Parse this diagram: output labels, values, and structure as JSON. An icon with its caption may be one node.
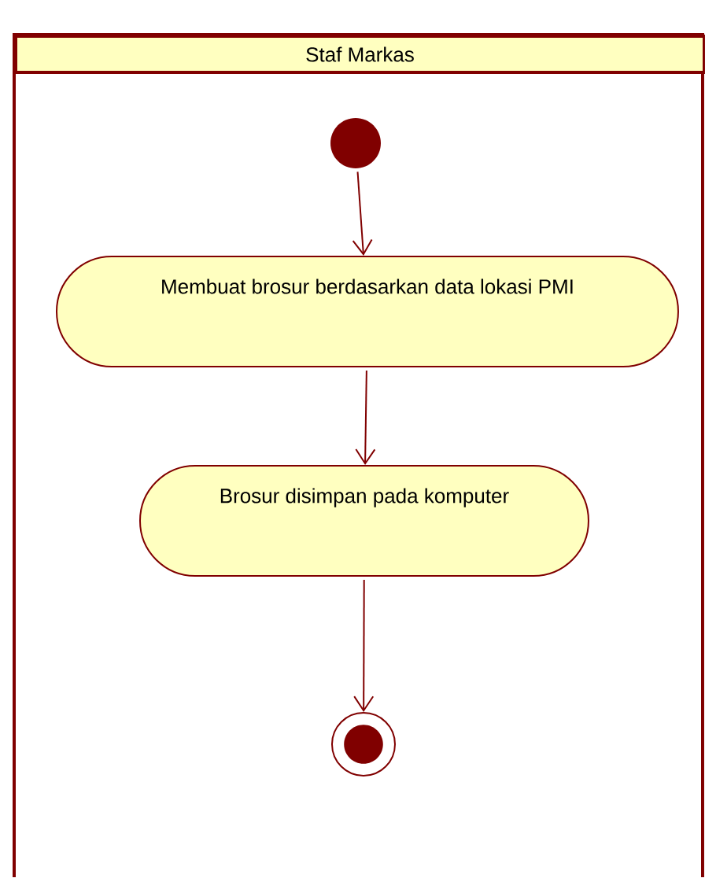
{
  "diagram": {
    "nodes": [
      {
        "text": [
          "Staf Markas"
        ]
      },
      {
        "text": [],
        "shape": "circle",
        "in": 0
      },
      {
        "text": [
          "Membuat brosur berdasarkan data lokasi PMI"
        ],
        "in": 0
      },
      {
        "text": [
          "Brosur disimpan pada komputer"
        ],
        "in": 0
      },
      {
        "text": [],
        "shape": "circle",
        "in": 0
      }
    ],
    "edges": [
      {
        "from": 1,
        "to": 2,
        "arrow": "to"
      },
      {
        "from": 2,
        "to": 3,
        "arrow": "to"
      },
      {
        "from": 3,
        "to": 4,
        "arrow": "to"
      }
    ]
  }
}
